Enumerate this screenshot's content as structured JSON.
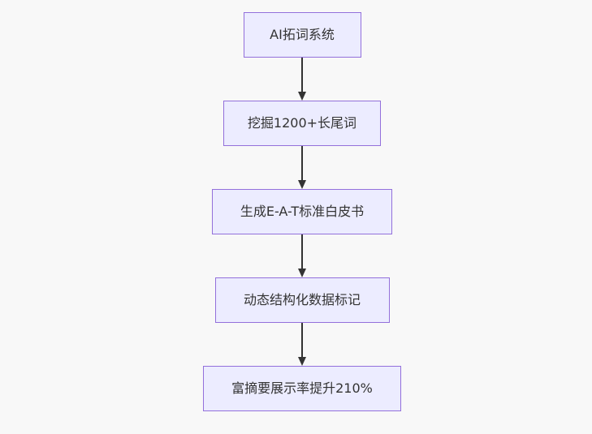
{
  "page": {
    "background_color": "#f8f8f8"
  },
  "flowchart": {
    "type": "flowchart",
    "direction": "top-down",
    "nodes": [
      {
        "id": "n1",
        "label": "AI拓词系统"
      },
      {
        "id": "n2",
        "label": "挖掘1200+长尾词"
      },
      {
        "id": "n3",
        "label": "生成E-A-T标准白皮书"
      },
      {
        "id": "n4",
        "label": "动态结构化数据标记"
      },
      {
        "id": "n5",
        "label": "富摘要展示率提升210%"
      }
    ],
    "edges": [
      {
        "from": "n1",
        "to": "n2"
      },
      {
        "from": "n2",
        "to": "n3"
      },
      {
        "from": "n3",
        "to": "n4"
      },
      {
        "from": "n4",
        "to": "n5"
      }
    ],
    "colors": {
      "node_fill": "#ececff",
      "node_border": "#9370db",
      "node_text": "#333333",
      "arrow": "#333333"
    }
  }
}
